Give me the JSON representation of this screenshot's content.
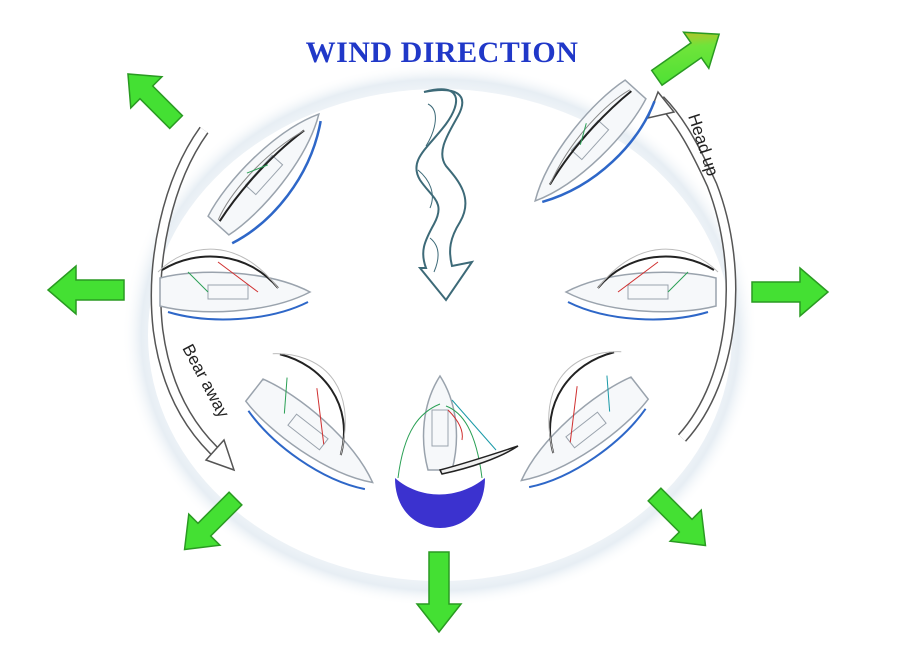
{
  "title": "WIND DIRECTION",
  "labels": {
    "head_up": "Head up",
    "bear_away": "Bear away"
  },
  "colors": {
    "title": "#2038c8",
    "arrow_fill": "#44e033",
    "arrow_stroke": "#2a9a22",
    "wind_arrow": "#3d6a78",
    "hull_outline": "#9aa3ad",
    "sail_blue": "#2e67c8",
    "run_sector": "#3b32cf"
  },
  "points_of_sail": [
    "close-hauled-port",
    "beam-reach-port",
    "broad-reach-port",
    "run",
    "broad-reach-starboard",
    "beam-reach-starboard",
    "close-hauled-starboard"
  ]
}
